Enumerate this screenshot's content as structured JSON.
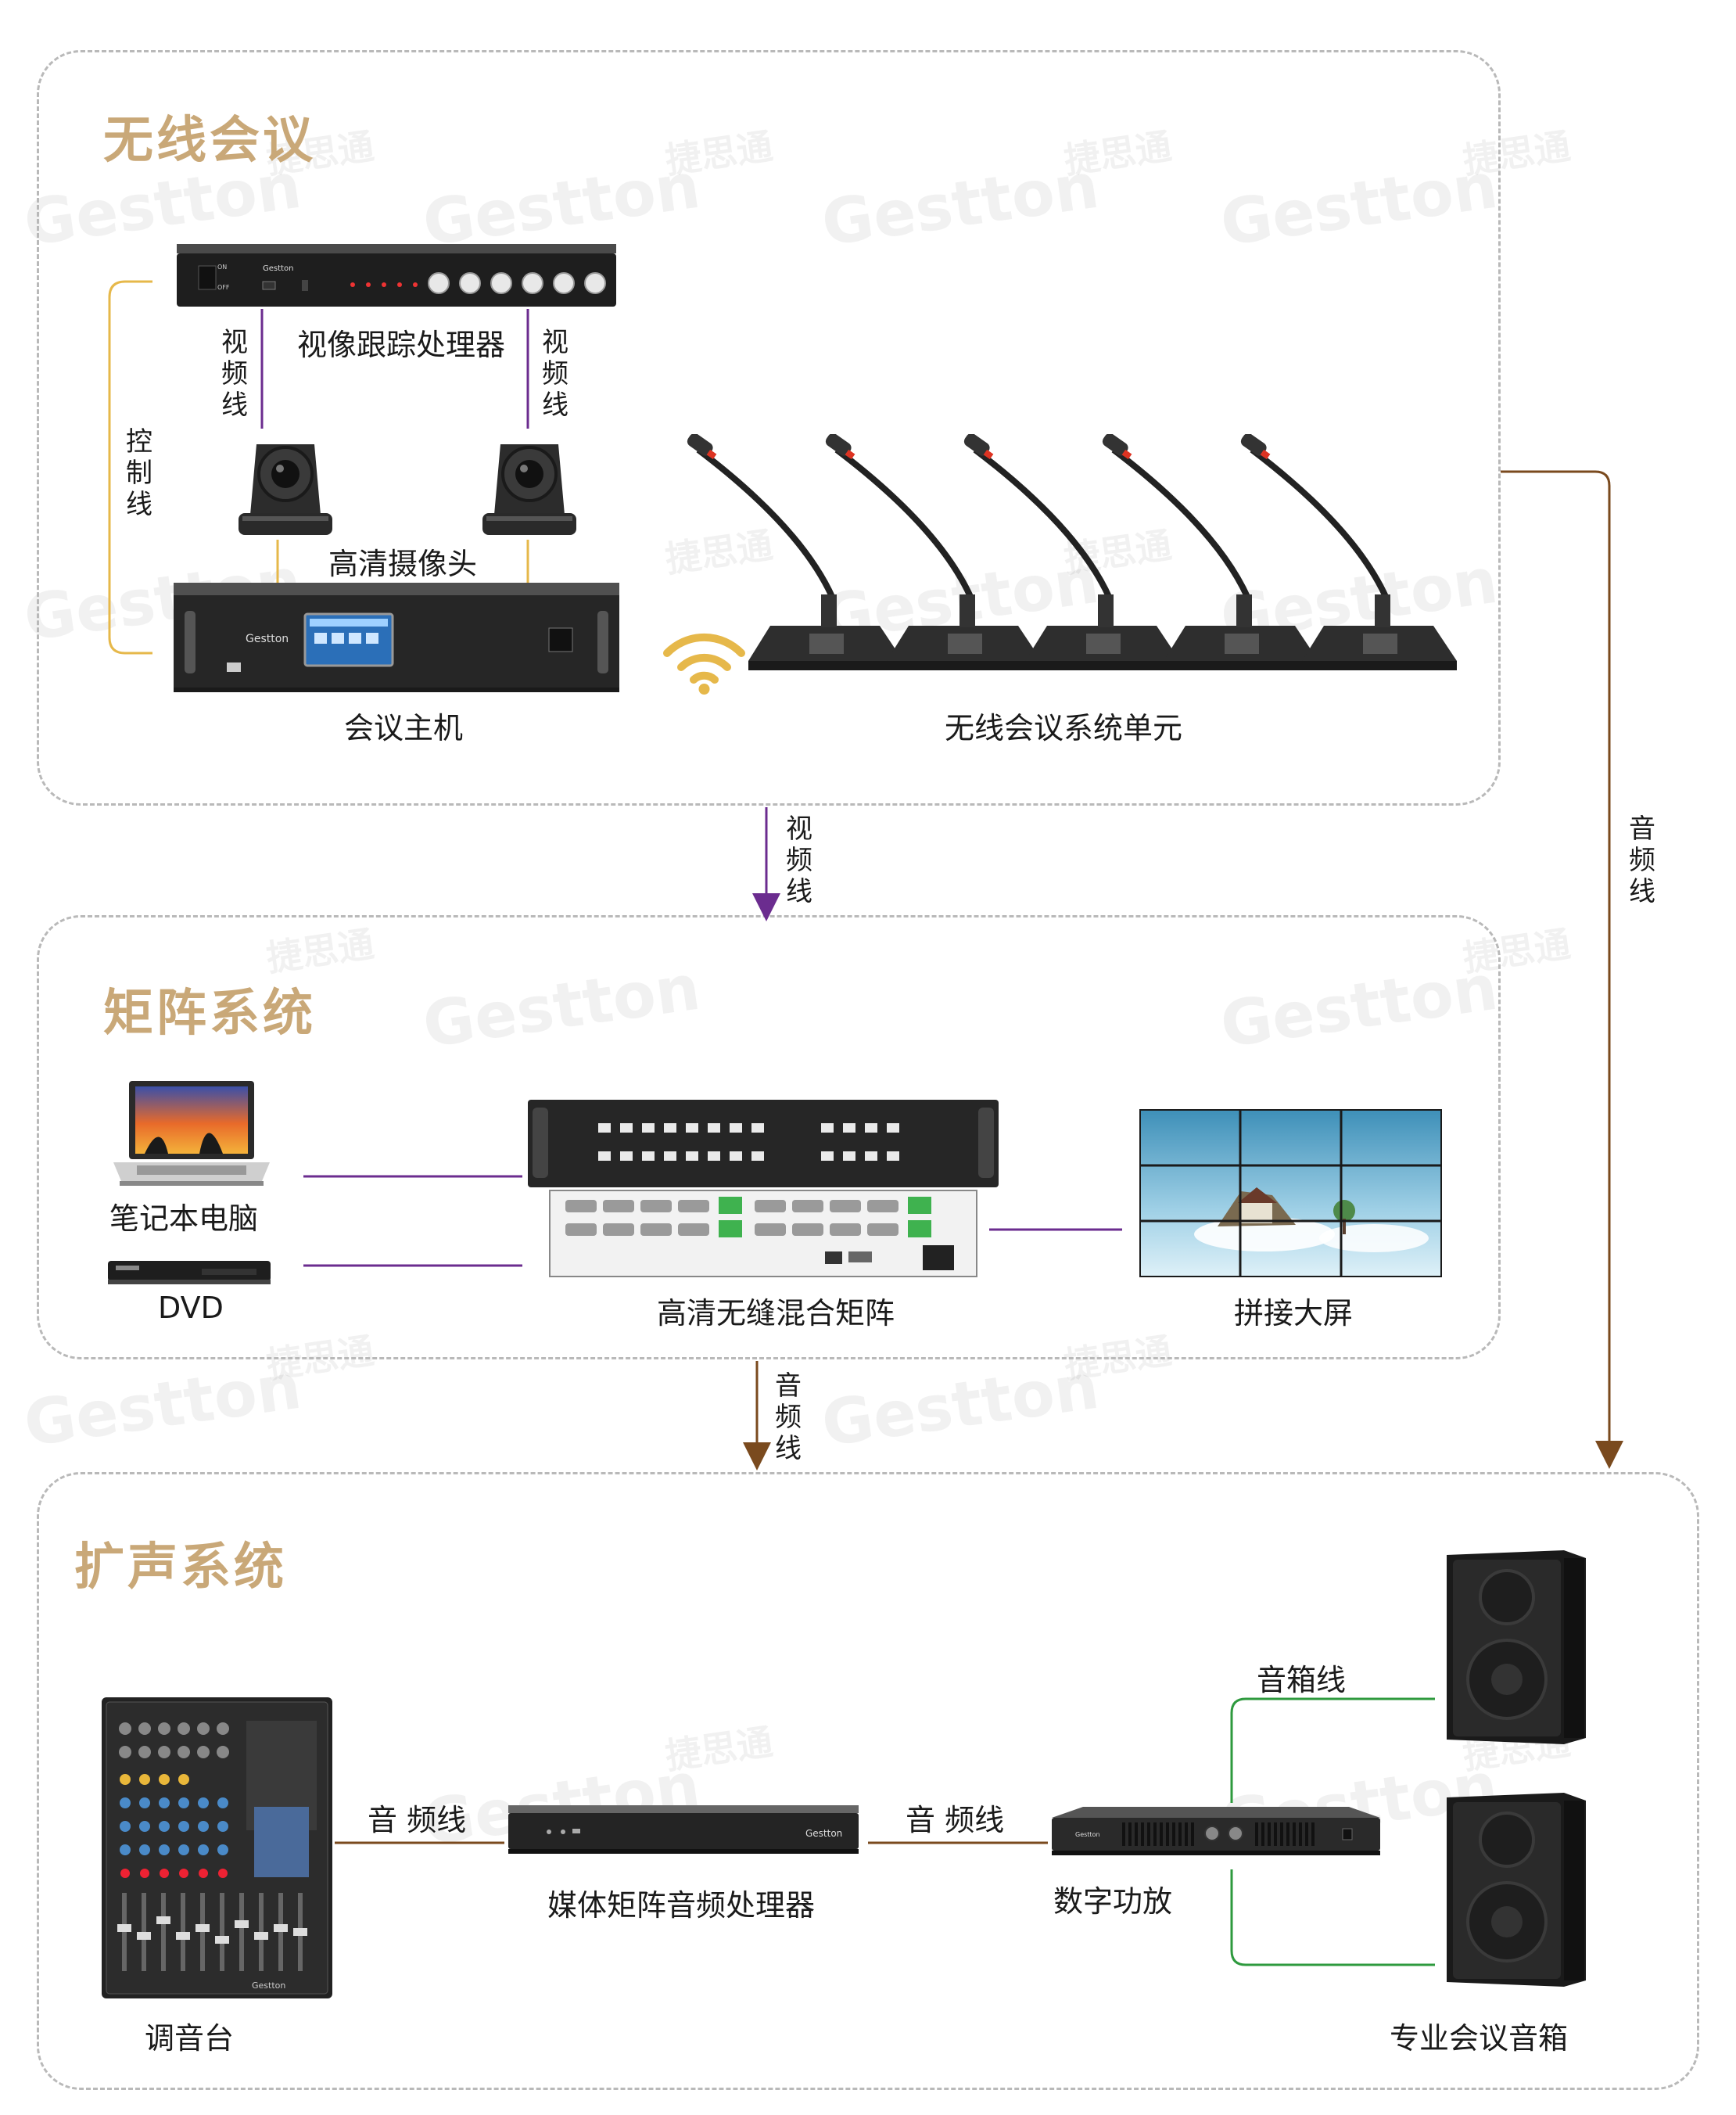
{
  "sections": {
    "wireless": {
      "title": "无线会议"
    },
    "matrix": {
      "title": "矩阵系统"
    },
    "sound": {
      "title": "扩声系统"
    }
  },
  "labels": {
    "video_tracking_processor": "视像跟踪处理器",
    "hd_camera": "高清摄像头",
    "conference_host": "会议主机",
    "wireless_units": "无线会议系统单元",
    "laptop": "笔记本电脑",
    "dvd": "DVD",
    "hd_seamless_matrix": "高清无缝混合矩阵",
    "splice_screen": "拼接大屏",
    "mixer": "调音台",
    "media_matrix_audio_processor": "媒体矩阵音频处理器",
    "digital_amplifier": "数字功放",
    "pro_speakers": "专业会议音箱"
  },
  "line_labels": {
    "video_line": "视频线",
    "control_line": "控制线",
    "audio_line": "音频线",
    "audio_line_spaced": "音 频线",
    "speaker_line": "音箱线"
  },
  "device_text": {
    "brand": "Gestton",
    "switch_on": "ON",
    "switch_off": "OFF"
  },
  "watermark": {
    "brand": "Gestton",
    "cn": "捷思通"
  },
  "colors": {
    "title": "#c9a878",
    "video_line": "#6b2c8f",
    "control_line": "#e6b84a",
    "audio_line": "#7a4a1e",
    "speaker_line": "#2e9a3e",
    "dashed_border": "#b9b9b9",
    "wifi": "#e6b84a"
  }
}
